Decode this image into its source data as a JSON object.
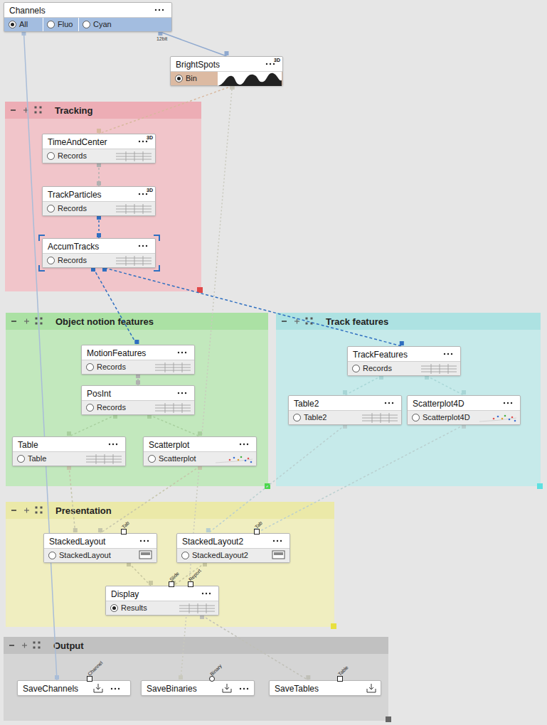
{
  "diagram": {
    "nodes": [
      {
        "text": [
          "Channels",
          "All",
          "Fluo",
          "Cyan"
        ]
      },
      {
        "text": [
          "BrightSpots",
          "3D",
          "Bin"
        ]
      },
      {
        "text": [
          "Tracking"
        ]
      },
      {
        "text": [
          "TimeAndCenter",
          "3D",
          "Records"
        ],
        "in": 2
      },
      {
        "text": [
          "TrackParticles",
          "3D",
          "Records"
        ],
        "in": 2
      },
      {
        "text": [
          "AccumTracks",
          "Records"
        ],
        "in": 2
      },
      {
        "text": [
          "Object notion features"
        ]
      },
      {
        "text": [
          "MotionFeatures",
          "Records"
        ],
        "in": 6
      },
      {
        "text": [
          "PosInt",
          "Records"
        ],
        "in": 6
      },
      {
        "text": [
          "Table",
          "Table"
        ],
        "in": 6
      },
      {
        "text": [
          "Scatterplot",
          "Scatterplot"
        ],
        "in": 6
      },
      {
        "text": [
          "Track features"
        ]
      },
      {
        "text": [
          "TrackFeatures",
          "Records"
        ],
        "in": 11
      },
      {
        "text": [
          "Table2",
          "Table2"
        ],
        "in": 11
      },
      {
        "text": [
          "Scatterplot4D",
          "Scatterplot4D"
        ],
        "in": 11
      },
      {
        "text": [
          "Presentation"
        ]
      },
      {
        "text": [
          "StackedLayout",
          "Tab",
          "StackedLayout"
        ],
        "in": 15
      },
      {
        "text": [
          "StackedLayout2",
          "Tab",
          "StackedLayout2"
        ],
        "in": 15
      },
      {
        "text": [
          "Display",
          "Slide",
          "Report",
          "Results"
        ],
        "in": 15
      },
      {
        "text": [
          "Output"
        ]
      },
      {
        "text": [
          "SaveChannels",
          "Channel"
        ],
        "in": 19
      },
      {
        "text": [
          "SaveBinaries",
          "Binary"
        ],
        "in": 19
      },
      {
        "text": [
          "SaveTables",
          "Table"
        ],
        "in": 19
      }
    ],
    "edges": [
      {
        "from": 0,
        "to": 1,
        "arrow": "none",
        "label": "12bit"
      },
      {
        "from": 0,
        "to": 20,
        "arrow": "none"
      },
      {
        "from": 1,
        "to": 3,
        "arrow": "none"
      },
      {
        "from": 1,
        "to": 21,
        "arrow": "none"
      },
      {
        "from": 3,
        "to": 4,
        "arrow": "none"
      },
      {
        "from": 4,
        "to": 5,
        "arrow": "none"
      },
      {
        "from": 5,
        "to": 7,
        "arrow": "none"
      },
      {
        "from": 5,
        "to": 12,
        "arrow": "none"
      },
      {
        "from": 7,
        "to": 8,
        "arrow": "none"
      },
      {
        "from": 8,
        "to": 9,
        "arrow": "none"
      },
      {
        "from": 8,
        "to": 10,
        "arrow": "none"
      },
      {
        "from": 12,
        "to": 13,
        "arrow": "none"
      },
      {
        "from": 12,
        "to": 14,
        "arrow": "none"
      },
      {
        "from": 9,
        "to": 16,
        "arrow": "none"
      },
      {
        "from": 10,
        "to": 16,
        "arrow": "none"
      },
      {
        "from": 13,
        "to": 17,
        "arrow": "none"
      },
      {
        "from": 14,
        "to": 17,
        "arrow": "none"
      },
      {
        "from": 16,
        "to": 18,
        "arrow": "none"
      },
      {
        "from": 17,
        "to": 18,
        "arrow": "none"
      },
      {
        "from": 18,
        "to": 22,
        "arrow": "none"
      }
    ]
  }
}
